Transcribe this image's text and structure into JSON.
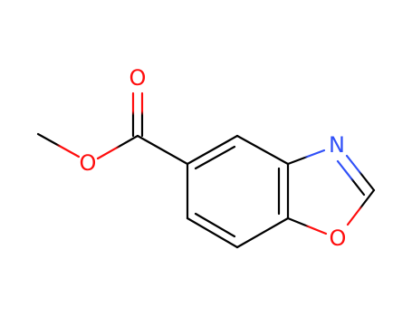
{
  "molecule": {
    "atoms": {
      "carbonyl_oxygen": {
        "symbol": "O",
        "color": "#ff0d0d"
      },
      "ester_oxygen": {
        "symbol": "O",
        "color": "#ff0d0d"
      },
      "ring_nitrogen": {
        "symbol": "N",
        "color": "#3050f8"
      },
      "ring_oxygen": {
        "symbol": "O",
        "color": "#ff0d0d"
      }
    },
    "bond_color": "#000000",
    "background": "#ffffff"
  }
}
